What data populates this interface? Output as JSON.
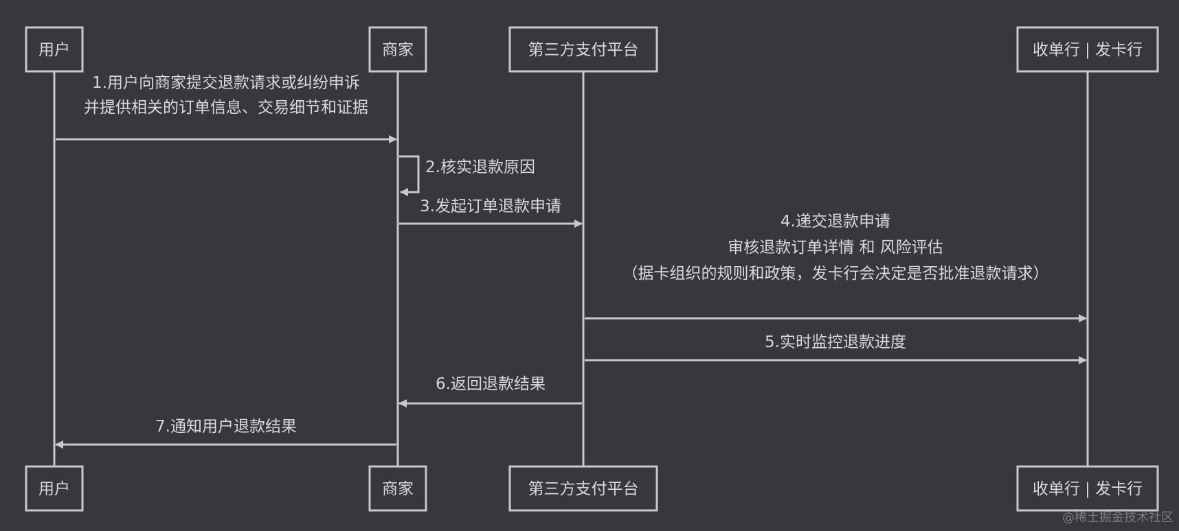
{
  "participants": [
    {
      "id": "user",
      "label": "用户"
    },
    {
      "id": "merchant",
      "label": "商家"
    },
    {
      "id": "platform",
      "label": "第三方支付平台"
    },
    {
      "id": "bank",
      "label": "收单行 | 发卡行"
    }
  ],
  "messages": [
    {
      "n": "1",
      "from": "user",
      "to": "merchant",
      "lines": [
        "1.用户向商家提交退款请求或纠纷申诉",
        "并提供相关的订单信息、交易细节和证据"
      ]
    },
    {
      "n": "2",
      "from": "merchant",
      "to": "merchant",
      "self": true,
      "lines": [
        "2.核实退款原因"
      ]
    },
    {
      "n": "3",
      "from": "merchant",
      "to": "platform",
      "lines": [
        "3.发起订单退款申请"
      ]
    },
    {
      "n": "4",
      "from": "platform",
      "to": "bank",
      "lines": [
        "4.递交退款申请",
        "审核退款订单详情  和  风险评估",
        "（据卡组织的规则和政策，发卡行会决定是否批准退款请求）"
      ]
    },
    {
      "n": "5",
      "from": "platform",
      "to": "bank",
      "lines": [
        "5.实时监控退款进度"
      ]
    },
    {
      "n": "6",
      "from": "platform",
      "to": "merchant",
      "lines": [
        "6.返回退款结果"
      ]
    },
    {
      "n": "7",
      "from": "merchant",
      "to": "user",
      "lines": [
        "7.通知用户退款结果"
      ]
    }
  ],
  "watermark": "@稀土掘金技术社区",
  "colors": {
    "background": "#36383c",
    "line": "#c8c8c8",
    "text": "#d8d8d8"
  }
}
